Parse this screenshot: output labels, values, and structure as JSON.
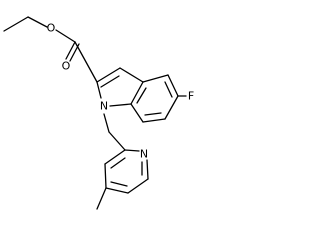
{
  "atoms": {
    "o_carbonyl": "O",
    "o_ester": "O",
    "n_indole": "N",
    "f": "F",
    "n_pyridine": "N"
  },
  "colors": {
    "bond": "#000000",
    "label": "#000000",
    "background": "#ffffff"
  }
}
